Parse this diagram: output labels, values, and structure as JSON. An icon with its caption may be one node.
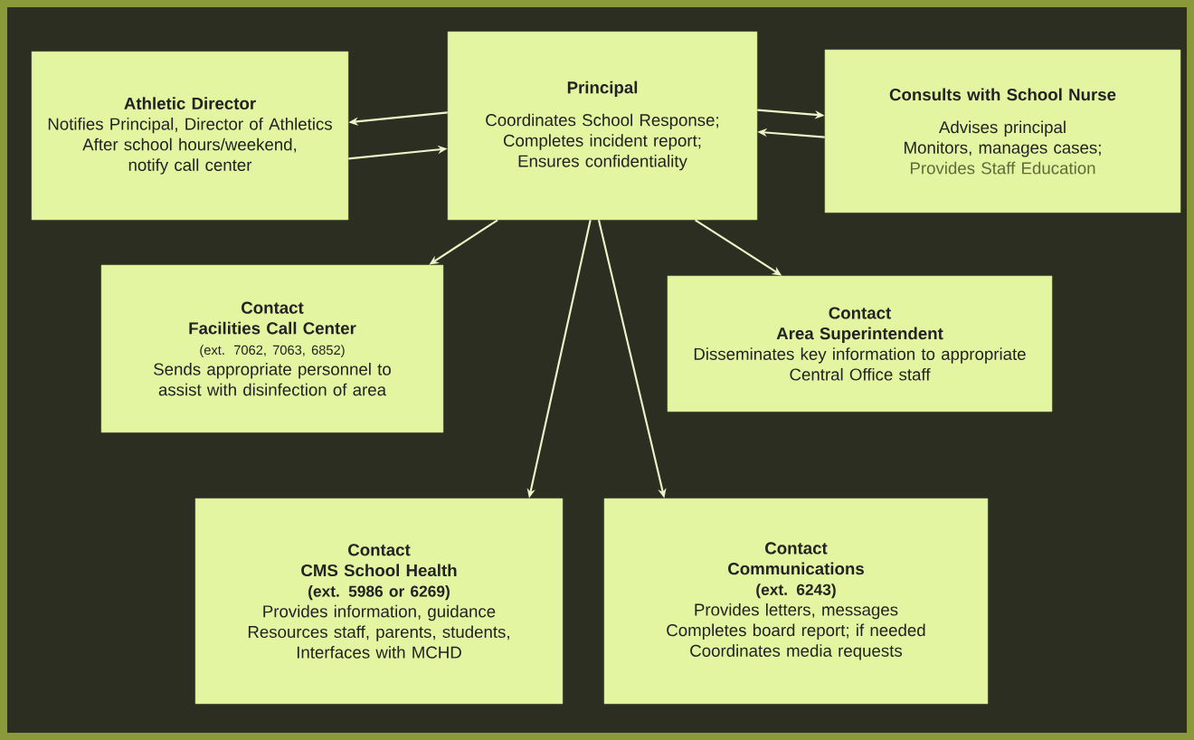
{
  "diagram": {
    "nodes": [
      {
        "text": [
          "Athletic Director",
          "Notifies Principal, Director of Athletics",
          "After school hours/weekend, notify call center"
        ]
      },
      {
        "text": [
          "Principal",
          "Coordinates School Response;",
          "Completes incident report;",
          "Ensures confidentiality"
        ]
      },
      {
        "text": [
          "Consults with School Nurse",
          "Advises principal",
          "Monitors, manages cases;",
          "Provides Staff Education"
        ]
      },
      {
        "text": [
          "Contact",
          "Facilities Call Center",
          "(ext. 7062, 7063, 6852)",
          "Sends appropriate personnel to assist with disinfection of area"
        ]
      },
      {
        "text": [
          "Contact",
          "Area Superintendent",
          "Disseminates key information to appropriate",
          "Central Office staff"
        ]
      },
      {
        "text": [
          "Contact",
          "CMS School Health",
          "(ext. 5986 or 6269)",
          "Provides information, guidance",
          "Resources staff, parents, students,",
          "Interfaces with MCHD"
        ]
      },
      {
        "text": [
          "Contact",
          "Communications",
          "(ext. 6243)",
          "Provides letters, messages",
          "Completes board report; if needed",
          "Coordinates media requests"
        ]
      }
    ],
    "edges": [
      {
        "from": 1,
        "to": 0,
        "arrow": "to"
      },
      {
        "from": 0,
        "to": 1,
        "arrow": "to"
      },
      {
        "from": 1,
        "to": 2,
        "arrow": "to"
      },
      {
        "from": 2,
        "to": 1,
        "arrow": "to"
      },
      {
        "from": 1,
        "to": 3,
        "arrow": "to"
      },
      {
        "from": 1,
        "to": 4,
        "arrow": "to"
      },
      {
        "from": 1,
        "to": 5,
        "arrow": "to"
      },
      {
        "from": 1,
        "to": 6,
        "arrow": "to"
      }
    ]
  }
}
